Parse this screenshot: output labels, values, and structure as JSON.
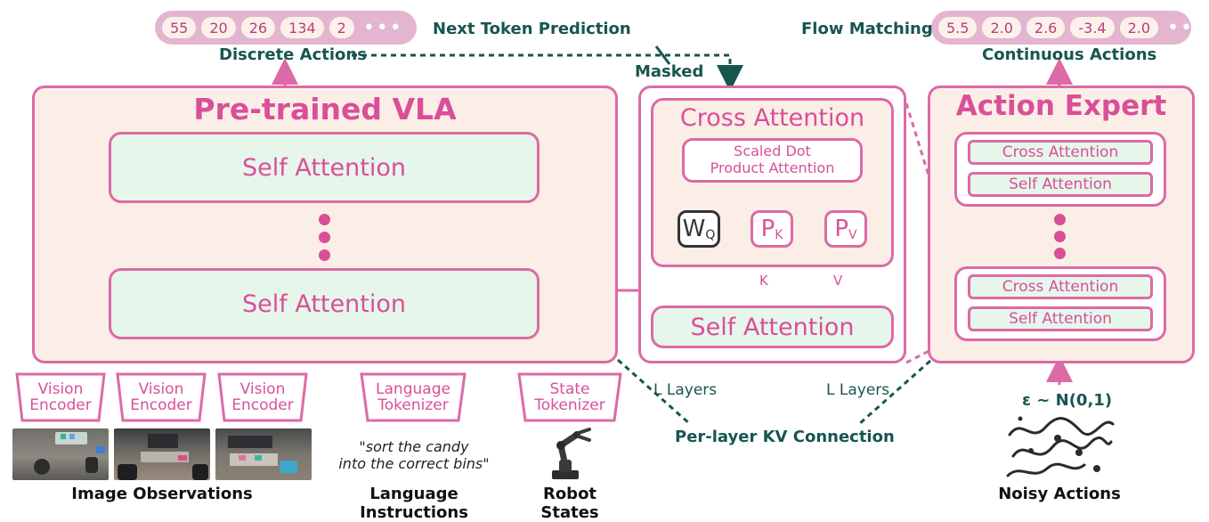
{
  "colors": {
    "pink": "#dc6aa6",
    "pink_text": "#d94f98",
    "cream": "#fbeee6",
    "mint": "#e6f6ea",
    "teal": "#17564f",
    "dark": "#333333"
  },
  "discrete_tokens": [
    "55",
    "20",
    "26",
    "134",
    "2"
  ],
  "continuous_tokens": [
    "5.5",
    "2.0",
    "2.6",
    "-3.4",
    "2.0"
  ],
  "ellipsis": "•••",
  "labels": {
    "next_token_prediction": "Next Token Prediction",
    "flow_matching": "Flow Matching",
    "discrete_actions": "Discrete Actions",
    "continuous_actions": "Continuous Actions",
    "masked": "Masked",
    "l_layers_left": "L Layers",
    "l_layers_right": "L Layers",
    "kv_connection": "Per-layer KV Connection",
    "noise": "ε ~ N(0,1)",
    "k": "K",
    "v": "V"
  },
  "vla": {
    "title": "Pre-trained VLA",
    "self_attention_top": "Self Attention",
    "self_attention_bottom": "Self Attention"
  },
  "middle": {
    "cross_attention": "Cross Attention",
    "scaled_dot": "Scaled Dot\nProduct Attention",
    "wq": "W",
    "wq_sub": "Q",
    "pk": "P",
    "pk_sub": "K",
    "pv": "P",
    "pv_sub": "V",
    "self_attention": "Self Attention"
  },
  "expert": {
    "title": "Action Expert",
    "cross_top": "Cross Attention",
    "self_top": "Self Attention",
    "cross_bottom": "Cross Attention",
    "self_bottom": "Self Attention"
  },
  "encoders": {
    "vision": "Vision\nEncoder",
    "language": "Language\nTokenizer",
    "state": "State\nTokenizer"
  },
  "inputs": {
    "instruction": "\"sort the candy\ninto the correct bins\"",
    "image_observations": "Image Observations",
    "language_instructions": "Language Instructions",
    "robot_states": "Robot States",
    "noisy_actions": "Noisy Actions"
  }
}
